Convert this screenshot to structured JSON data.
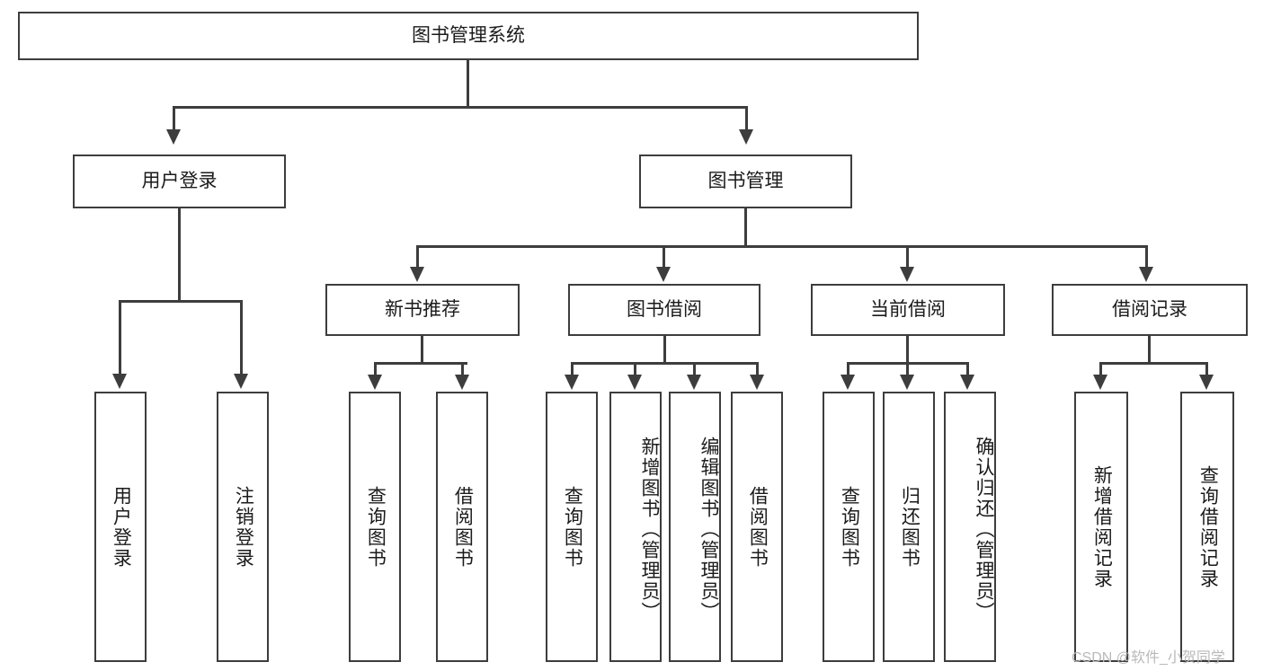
{
  "diagram": {
    "title_box": {
      "label": "图书管理系统"
    },
    "level2": [
      {
        "label": "用户登录"
      },
      {
        "label": "图书管理"
      }
    ],
    "level3": [
      {
        "label": "新书推荐"
      },
      {
        "label": "图书借阅"
      },
      {
        "label": "当前借阅"
      },
      {
        "label": "借阅记录"
      }
    ],
    "leaves_login": [
      {
        "label": "用户登录"
      },
      {
        "label": "注销登录"
      }
    ],
    "leaves_newbook": [
      {
        "label": "查询图书"
      },
      {
        "label": "借阅图书"
      }
    ],
    "leaves_borrow": [
      {
        "label": "查询图书"
      },
      {
        "label": "新增图书（管理员）"
      },
      {
        "label": "编辑图书（管理员）"
      },
      {
        "label": "借阅图书"
      }
    ],
    "leaves_current": [
      {
        "label": "查询图书"
      },
      {
        "label": "归还图书"
      },
      {
        "label": "确认归还（管理员）"
      }
    ],
    "leaves_record": [
      {
        "label": "新增借阅记录"
      },
      {
        "label": "查询借阅记录"
      }
    ]
  },
  "watermark": {
    "text": "CSDN @软件_小贺同学"
  },
  "colors": {
    "background": "#ffffff",
    "border": "#3d3d3d",
    "text": "#1b1b1b",
    "watermark": "#b9b9b9"
  }
}
